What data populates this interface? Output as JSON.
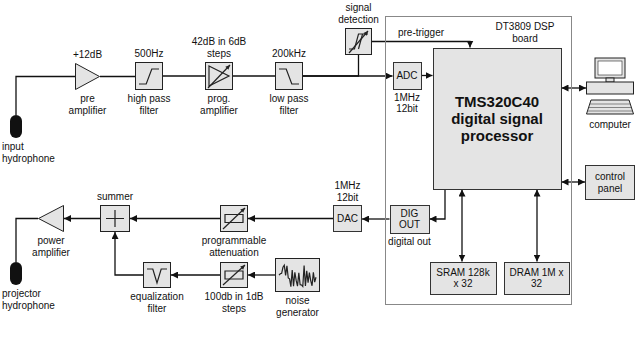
{
  "diagram": {
    "nodes": [
      {
        "text": [
          "input hydrophone"
        ]
      },
      {
        "text": [
          "+12dB",
          "pre amplifier"
        ]
      },
      {
        "text": [
          "500Hz",
          "high pass filter"
        ]
      },
      {
        "text": [
          "42dB in 6dB steps",
          "prog. amplifier"
        ]
      },
      {
        "text": [
          "200kHz",
          "low pass filter"
        ]
      },
      {
        "text": [
          "signal detection"
        ]
      },
      {
        "text": [
          "DT3809 DSP board"
        ]
      },
      {
        "text": [
          "ADC",
          "1MHz 12bit"
        ],
        "in": 6
      },
      {
        "text": [
          "TMS320C40 digital signal processor"
        ],
        "in": 6
      },
      {
        "text": [
          "DIG OUT",
          "digital out"
        ],
        "in": 6
      },
      {
        "text": [
          "SRAM 128k x 32"
        ],
        "in": 6
      },
      {
        "text": [
          "DRAM 1M x 32"
        ],
        "in": 6
      },
      {
        "text": [
          "computer"
        ]
      },
      {
        "text": [
          "control panel"
        ]
      },
      {
        "text": [
          "1MHz 12bit",
          "DAC"
        ]
      },
      {
        "text": [
          "programmable attenuation"
        ]
      },
      {
        "text": [
          "summer"
        ]
      },
      {
        "text": [
          "power amplifier"
        ]
      },
      {
        "text": [
          "projector hydrophone"
        ]
      },
      {
        "text": [
          "equalization filter"
        ]
      },
      {
        "text": [
          "100db in 1dB steps"
        ]
      },
      {
        "text": [
          "noise generator"
        ]
      }
    ],
    "edges": [
      {
        "from": 0,
        "to": 1,
        "arrow": "none"
      },
      {
        "from": 1,
        "to": 2,
        "arrow": "none"
      },
      {
        "from": 2,
        "to": 3,
        "arrow": "none"
      },
      {
        "from": 3,
        "to": 4,
        "arrow": "none"
      },
      {
        "from": 4,
        "to": 7,
        "arrow": "to"
      },
      {
        "from": 4,
        "to": 5,
        "arrow": "none"
      },
      {
        "from": 5,
        "to": 8,
        "label": "pre-trigger",
        "arrow": "to"
      },
      {
        "from": 7,
        "to": 8,
        "arrow": "to"
      },
      {
        "from": 8,
        "to": 12,
        "arrow": "both"
      },
      {
        "from": 8,
        "to": 13,
        "arrow": "both"
      },
      {
        "from": 8,
        "to": 10,
        "arrow": "both"
      },
      {
        "from": 8,
        "to": 11,
        "arrow": "both"
      },
      {
        "from": 8,
        "to": 9,
        "arrow": "to"
      },
      {
        "from": 9,
        "to": 14,
        "arrow": "to"
      },
      {
        "from": 14,
        "to": 15,
        "arrow": "to"
      },
      {
        "from": 15,
        "to": 16,
        "arrow": "to"
      },
      {
        "from": 16,
        "to": 17,
        "arrow": "to"
      },
      {
        "from": 17,
        "to": 18,
        "arrow": "none"
      },
      {
        "from": 21,
        "to": 20,
        "arrow": "to"
      },
      {
        "from": 20,
        "to": 19,
        "arrow": "to"
      },
      {
        "from": 19,
        "to": 16,
        "arrow": "to"
      }
    ]
  }
}
